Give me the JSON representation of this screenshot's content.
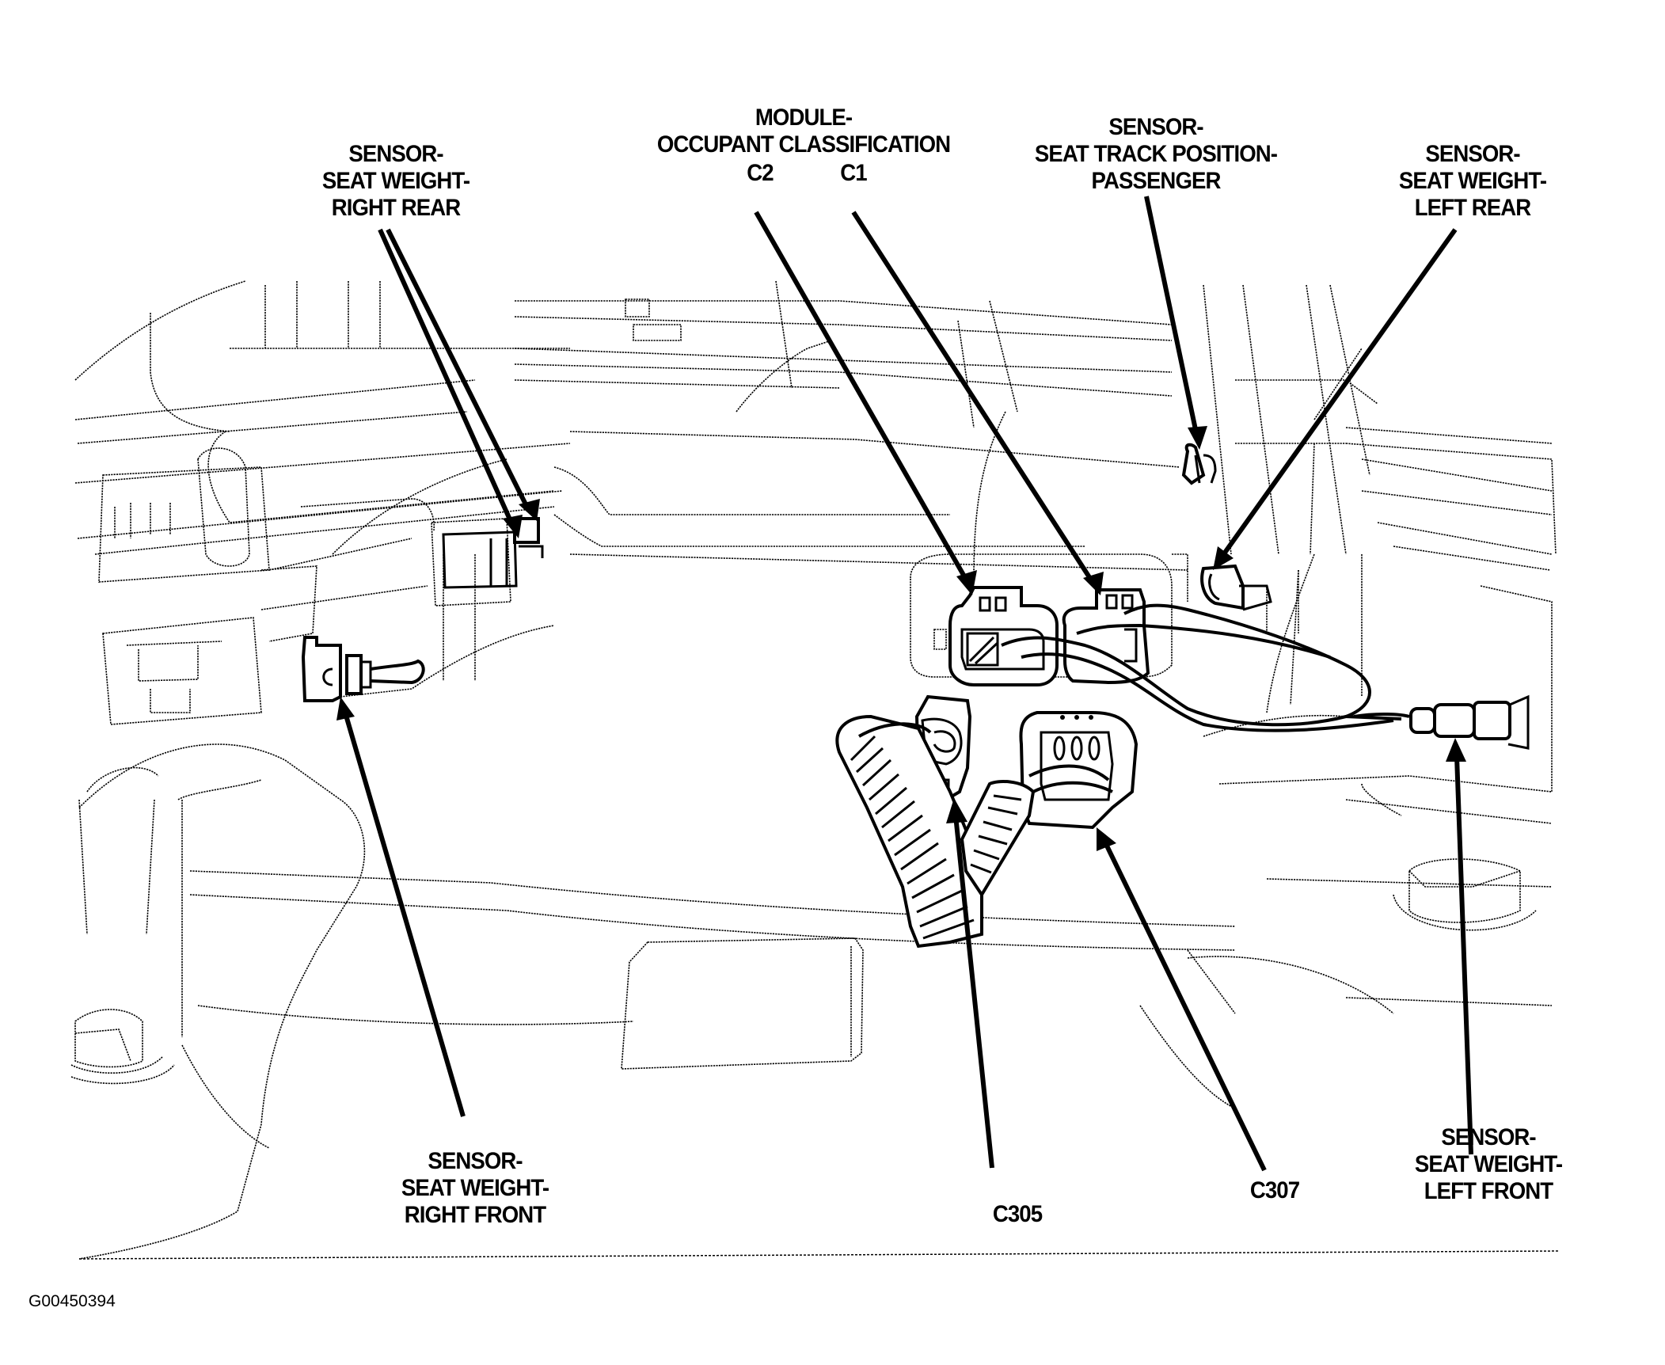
{
  "figure_id": "G00450394",
  "labels": {
    "right_rear": {
      "lines": [
        "SENSOR-",
        "SEAT WEIGHT-",
        "RIGHT REAR"
      ]
    },
    "module": {
      "lines": [
        "MODULE-",
        "OCCUPANT CLASSIFICATION"
      ],
      "c2": "C2",
      "c1": "C1"
    },
    "track_position": {
      "lines": [
        "SENSOR-",
        "SEAT TRACK POSITION-",
        "PASSENGER"
      ]
    },
    "left_rear": {
      "lines": [
        "SENSOR-",
        "SEAT WEIGHT-",
        "LEFT REAR"
      ]
    },
    "right_front": {
      "lines": [
        "SENSOR-",
        "SEAT WEIGHT-",
        "RIGHT FRONT"
      ]
    },
    "c305": "C305",
    "c307": "C307",
    "left_front": {
      "lines": [
        "SENSOR-",
        "SEAT WEIGHT-",
        "LEFT FRONT"
      ]
    }
  },
  "components": [
    "seat-weight-sensor-right-rear",
    "occupant-classification-module-c2",
    "occupant-classification-module-c1",
    "seat-track-position-sensor-passenger",
    "seat-weight-sensor-left-rear",
    "seat-weight-sensor-right-front",
    "connector-c305",
    "connector-c307",
    "seat-weight-sensor-left-front"
  ]
}
